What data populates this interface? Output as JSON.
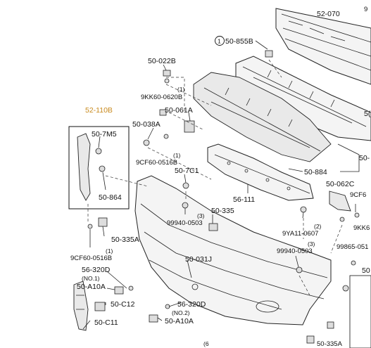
{
  "callouts": {
    "c52_070": "52-070",
    "c50_855b": "50-855B",
    "c50_855b_qty": "1",
    "c50_022b": "50-022B",
    "c9kk60_0620b": "9KK60-0620B",
    "c9kk60_0620b_qty": "(1)",
    "c50_061a": "50-061A",
    "c52_110b": "52-110B",
    "c50_7m5": "50-7M5",
    "c50_038a": "50-038A",
    "c9cf60_0516b_top": "9CF60-0516B",
    "c9cf60_0516b_top_qty": "(1)",
    "c50_7c1": "50-7C1",
    "c50_864": "50-864",
    "c56_111": "56-111",
    "c50_884": "50-884",
    "c50_062c": "50-062C",
    "c9cf6_edge": "9CF6",
    "c9kk6_edge": "9KK6",
    "c99940_0503_left": "99940-0503",
    "c99940_0503_left_qty": "(3)",
    "c50_335": "50-335",
    "c9ya11_0607": "9YA11-0607",
    "c9ya11_0607_qty": "(2)",
    "c99940_0503_right": "99940-0503",
    "c99940_0503_right_qty": "(3)",
    "c99865_051": "99865-051",
    "c50_335a": "50-335A",
    "c9cf60_0516b_bottom": "9CF60-0516B",
    "c9cf60_0516b_bottom_qty": "(1)",
    "c50_031j": "50-031J",
    "c56_320d_left": "56-320D",
    "c56_320d_left_note": "(NO.1)",
    "c50_a10a_left": "50-A10A",
    "c56_320d_right": "56-320D",
    "c56_320d_right_note": "(NO.2)",
    "c50_a10a_right": "50-A10A",
    "c50_c12": "50-C12",
    "c50_c11": "50-C11",
    "c50_edge_mid": "50-",
    "c50_edge_upper": "5(",
    "c50_edge_right": "50",
    "c9_edge_top": "9",
    "c6_bottom": "(6",
    "c50_335a_bottom": "50-335A"
  },
  "colors": {
    "highlight": "#c8891c",
    "line": "#222222"
  }
}
